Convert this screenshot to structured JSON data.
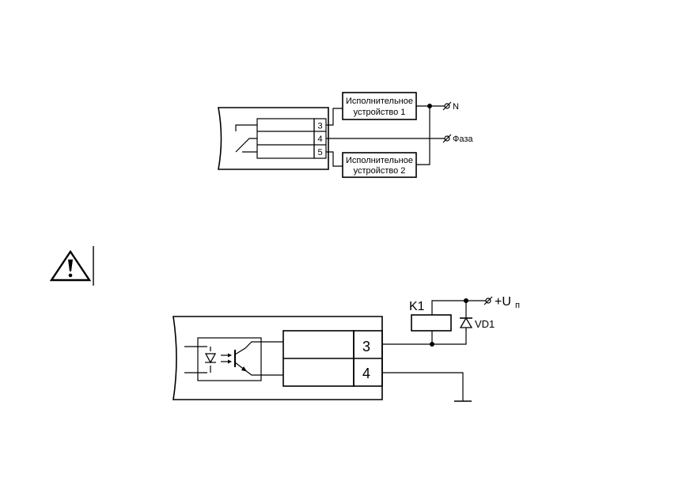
{
  "diagram1": {
    "terminals": [
      "3",
      "4",
      "5"
    ],
    "device1": {
      "line1": "Исполнительное",
      "line2": "устройство 1"
    },
    "device2": {
      "line1": "Исполнительное",
      "line2": "устройство 2"
    },
    "label_n": "N",
    "label_phase": "Фаза"
  },
  "warning": {
    "icon": "warning-triangle-icon"
  },
  "diagram2": {
    "terminals": [
      "3",
      "4"
    ],
    "relay_label": "K1",
    "diode_label": "VD1",
    "supply_label": "+U",
    "supply_sub": "п"
  }
}
